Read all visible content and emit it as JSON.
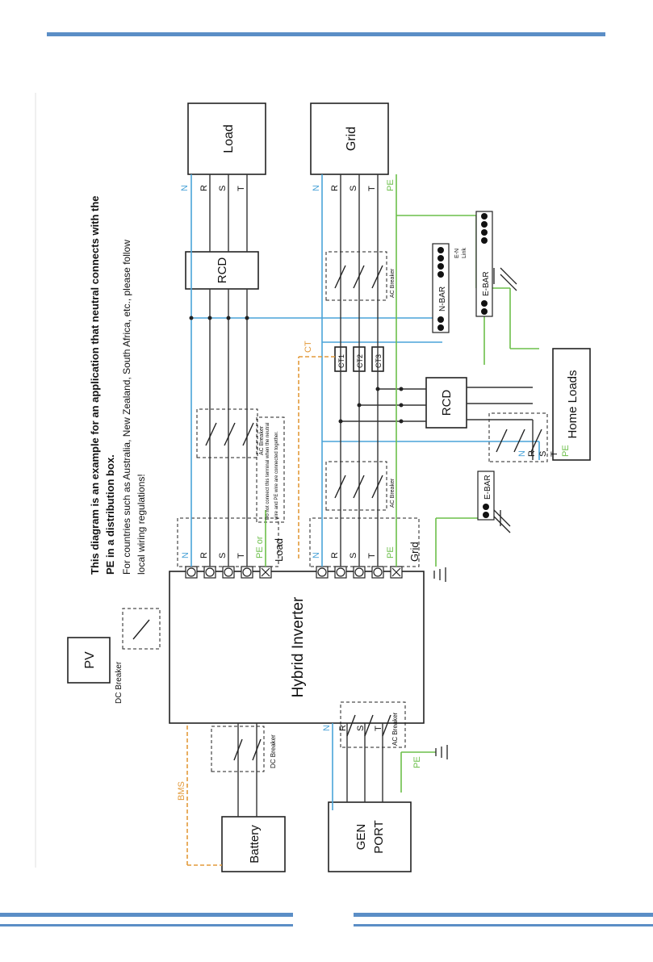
{
  "note": {
    "line1": "This diagram is an example for an application that neutral connects with the",
    "line2": "PE in a distribution box.",
    "line3": "For countries such as Australia, New Zealand, South Africa, etc., please follow",
    "line4": "local wiring regulations!"
  },
  "blocks": {
    "load": "Load",
    "grid": "Grid",
    "pv": "PV",
    "inverter": "Hybrid Inverter",
    "battery": "Battery",
    "gen_port_1": "GEN",
    "gen_port_2": "PORT",
    "home_loads": "Home Loads",
    "rcd_load": "RCD",
    "rcd_home": "RCD"
  },
  "labels": {
    "n": "N",
    "r": "R",
    "s": "S",
    "t": "T",
    "pe": "PE",
    "ac_breaker": "AC Breaker",
    "dc_breaker": "DC Breaker",
    "n_bar": "N-BAR",
    "e_bar": "E-BAR",
    "en_link_1": "E-N",
    "en_link_2": "Link",
    "ct": "CT",
    "ct1": "CT1",
    "ct2": "CT2",
    "ct3": "CT3",
    "bms": "BMS",
    "load_port": "Load",
    "grid_port": "Grid",
    "pe_or": "PE or",
    "warn_1": "Do not connect this terminal when the neutral",
    "warn_2": "wire and PE wire are connected together."
  },
  "colors": {
    "neutral": "#4aa3d8",
    "phase": "#333333",
    "earth": "#6cbf4a",
    "comm": "#e39a3a",
    "accent_rule": "#5b8ec6"
  }
}
